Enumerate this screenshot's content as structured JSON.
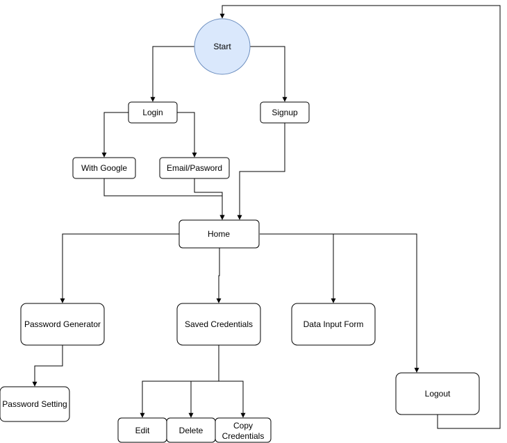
{
  "diagram": {
    "nodes": {
      "start": "Start",
      "login": "Login",
      "signup": "Signup",
      "with_google": "With Google",
      "email_password": "Email/Pasword",
      "home": "Home",
      "password_generator": "Password Generator",
      "saved_credentials": "Saved Credentials",
      "data_input_form": "Data Input Form",
      "password_setting": "Password Setting",
      "logout": "Logout",
      "edit": "Edit",
      "delete": "Delete",
      "copy_credentials_line1": "Copy",
      "copy_credentials_line2": "Credentials"
    },
    "colors": {
      "start_fill": "#dae8fc",
      "start_stroke": "#6c8ebf",
      "line": "#000000"
    }
  }
}
